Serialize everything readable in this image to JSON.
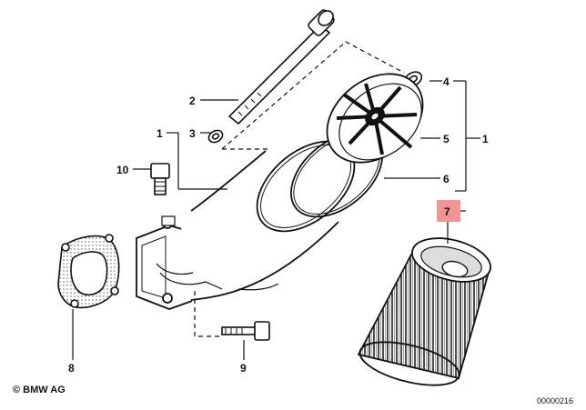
{
  "diagram": {
    "callouts": {
      "c1_left": "1",
      "c1_right": "1",
      "c2": "2",
      "c3": "3",
      "c4": "4",
      "c5": "5",
      "c6": "6",
      "c7": "7",
      "c8": "8",
      "c9": "9",
      "c10": "10"
    },
    "highlight_color": "#f08080",
    "copyright": "© BMW AG",
    "document_number": "00000216"
  }
}
